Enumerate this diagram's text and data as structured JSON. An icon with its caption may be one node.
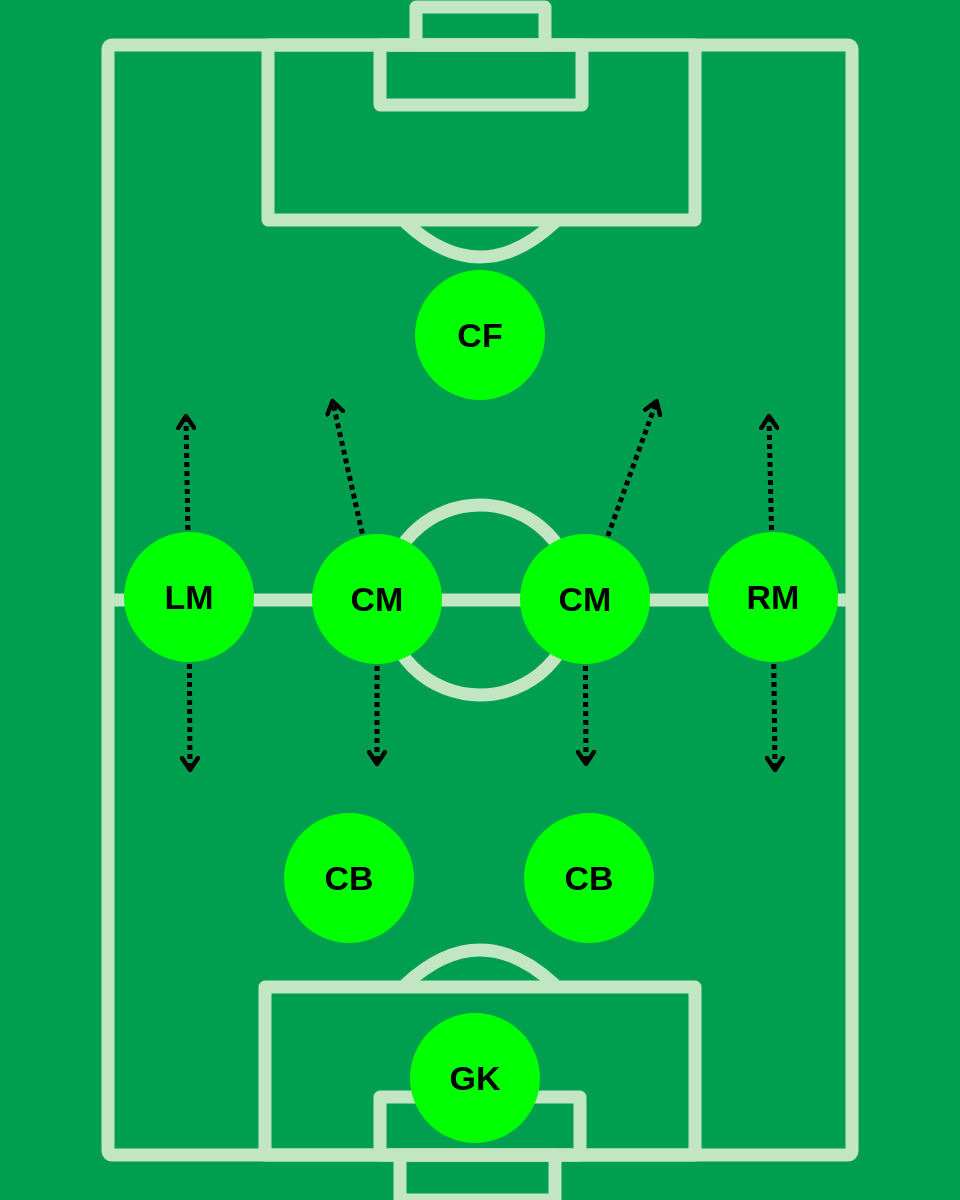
{
  "diagram": {
    "nodes": [
      {
        "text": [
          "CF"
        ]
      },
      {
        "text": [
          "LM"
        ]
      },
      {
        "text": [
          "CM"
        ]
      },
      {
        "text": [
          "CM"
        ]
      },
      {
        "text": [
          "RM"
        ]
      },
      {
        "text": [
          "CB"
        ]
      },
      {
        "text": [
          "CB"
        ]
      },
      {
        "text": [
          "GK"
        ]
      }
    ],
    "edges": [
      {
        "from": 1,
        "to": null,
        "arrow": "to",
        "style": "dashed"
      },
      {
        "from": 1,
        "to": null,
        "arrow": "to",
        "style": "dashed"
      },
      {
        "from": 2,
        "to": null,
        "arrow": "to",
        "style": "dashed"
      },
      {
        "from": 2,
        "to": null,
        "arrow": "to",
        "style": "dashed"
      },
      {
        "from": 3,
        "to": null,
        "arrow": "to",
        "style": "dashed"
      },
      {
        "from": 3,
        "to": null,
        "arrow": "to",
        "style": "dashed"
      },
      {
        "from": 4,
        "to": null,
        "arrow": "to",
        "style": "dashed"
      },
      {
        "from": 4,
        "to": null,
        "arrow": "to",
        "style": "dashed"
      }
    ]
  }
}
